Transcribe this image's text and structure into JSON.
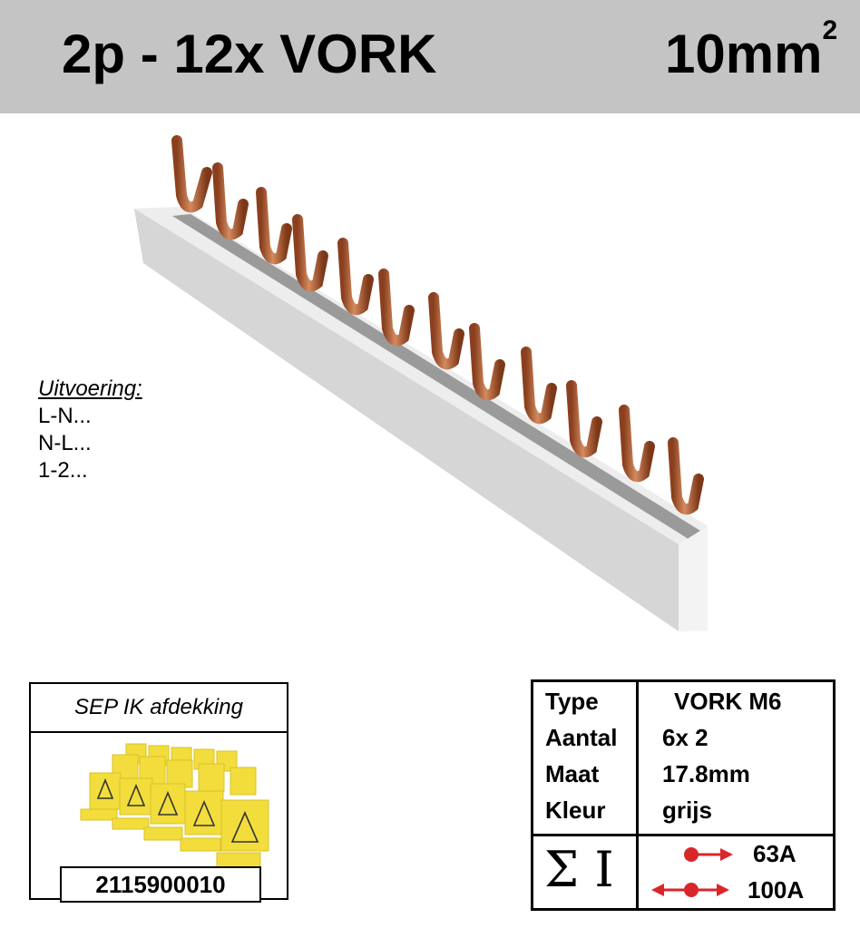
{
  "header": {
    "title": "2p - 12x VORK",
    "size_value": "10mm",
    "size_superscript": "2",
    "background": "#c4c4c4"
  },
  "product_image": {
    "description": "grey busbar with 12 copper fork pins",
    "pin_count": 12,
    "busbar_color": "#dcdcdc",
    "pin_color": "#b8643a"
  },
  "variants": {
    "label": "Uitvoering:",
    "items": [
      "L-N...",
      "N-L...",
      "1-2..."
    ]
  },
  "cover": {
    "title": "SEP IK afdekking",
    "image": "yellow protective covers with high-voltage warning symbol",
    "cover_color": "#f2dd3c",
    "article_number": "2115900010"
  },
  "spec_table": {
    "rows": [
      {
        "label": "Type",
        "value": "VORK   M6"
      },
      {
        "label": "Aantal",
        "value": "6x 2"
      },
      {
        "label": "Maat",
        "value": "17.8mm"
      },
      {
        "label": "Kleur",
        "value": "grijs"
      }
    ],
    "current_symbol": "Σ I",
    "currents": [
      {
        "icon": "end-feed-arrow-icon",
        "value": "63A"
      },
      {
        "icon": "center-feed-arrow-icon",
        "value": "100A"
      }
    ],
    "arrow_color": "#d9262b"
  }
}
